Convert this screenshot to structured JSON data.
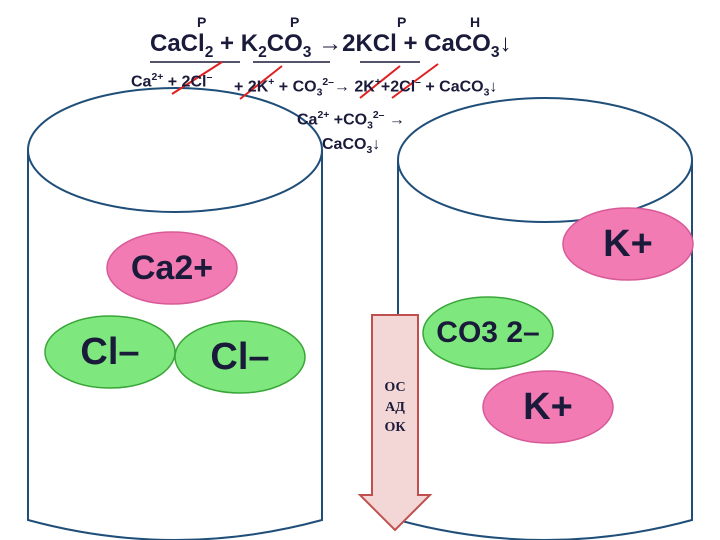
{
  "solubility_marks": {
    "cacl2": "Р",
    "k2co3": "Р",
    "kcl": "Р",
    "caco3": "Н"
  },
  "molecular_equation": {
    "left": "CaCl",
    "left_sub": "2",
    "plus1": "+ K",
    "k_sub": "2",
    "co3": "CO",
    "co3_sub": "3",
    "arrow": "→",
    "kcl": "2KCl",
    "plus2": "+ CaCO",
    "caco3_sub": "3",
    "down": "↓"
  },
  "full_ionic_equation": {
    "ca": "Ca",
    "ca_charge": "2+",
    "plus_a": " + 2Cl",
    "cl_charge": "–",
    "plus_b": "+ 2K",
    "k_charge": "+",
    "plus_c": " + CO",
    "co3_sub": "3",
    "co3_charge": "2–",
    "arrow": "→ 2K",
    "k2_charge": "+",
    "plus_d": "+2Cl",
    "cl2_charge": "–",
    "tail": " + CaCO",
    "tail_sub": "3",
    "tail_down": "↓"
  },
  "short_ionic_equation": {
    "line1_ca": "Ca",
    "line1_ca_charge": "2+",
    "line1_co": " +CO",
    "line1_co_sub": "3",
    "line1_co_charge": "2–",
    "line1_arrow": " →",
    "line2": "CaCO",
    "line2_sub": "3",
    "line2_down": "↓"
  },
  "ions": {
    "ca2": "Ca2+",
    "cl_a": "Cl–",
    "cl_b": "Cl–",
    "co3": "CO3 2–",
    "k_a": "K+",
    "k_b": "K+"
  },
  "precipitate_label": [
    "ОС",
    "АД",
    "ОК"
  ],
  "colors": {
    "ion_pink": "#f27bb3",
    "ion_green": "#7ee87e",
    "arrow_fill": "#f3d6d6",
    "arrow_stroke": "#c0504d",
    "beaker_stroke": "#1f4e79",
    "strike_red": "#e02020"
  }
}
